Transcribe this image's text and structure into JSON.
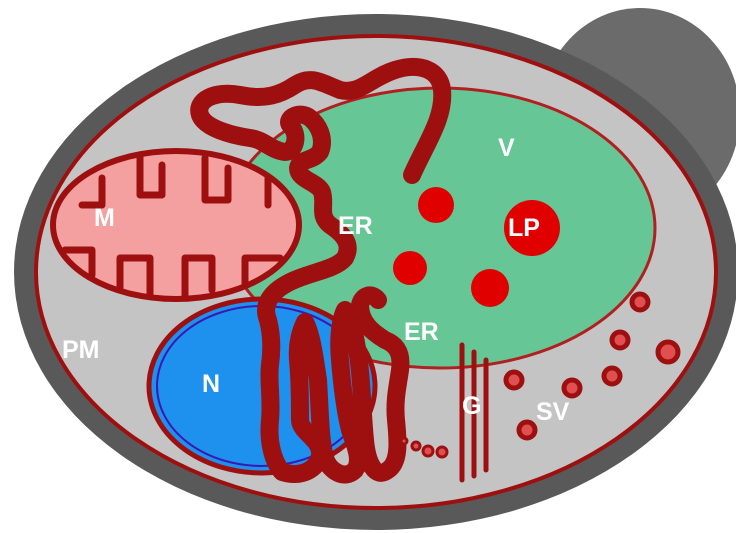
{
  "labels": {
    "mitochondrion": "M",
    "er_top": "ER",
    "er_bottom": "ER",
    "vacuole": "V",
    "lipid_particle": "LP",
    "plasma_membrane": "PM",
    "nucleus": "N",
    "golgi": "G",
    "secretory_vesicles": "SV"
  },
  "colors": {
    "cell_wall": "#595959",
    "bud": "#6b6b6b",
    "cytoplasm": "#c4c4c4",
    "membrane": "#9e1010",
    "vacuole": "#66c696",
    "mitochondrion": "#f4a0a0",
    "nucleus": "#1e90ee",
    "organelle": "#e00000"
  }
}
